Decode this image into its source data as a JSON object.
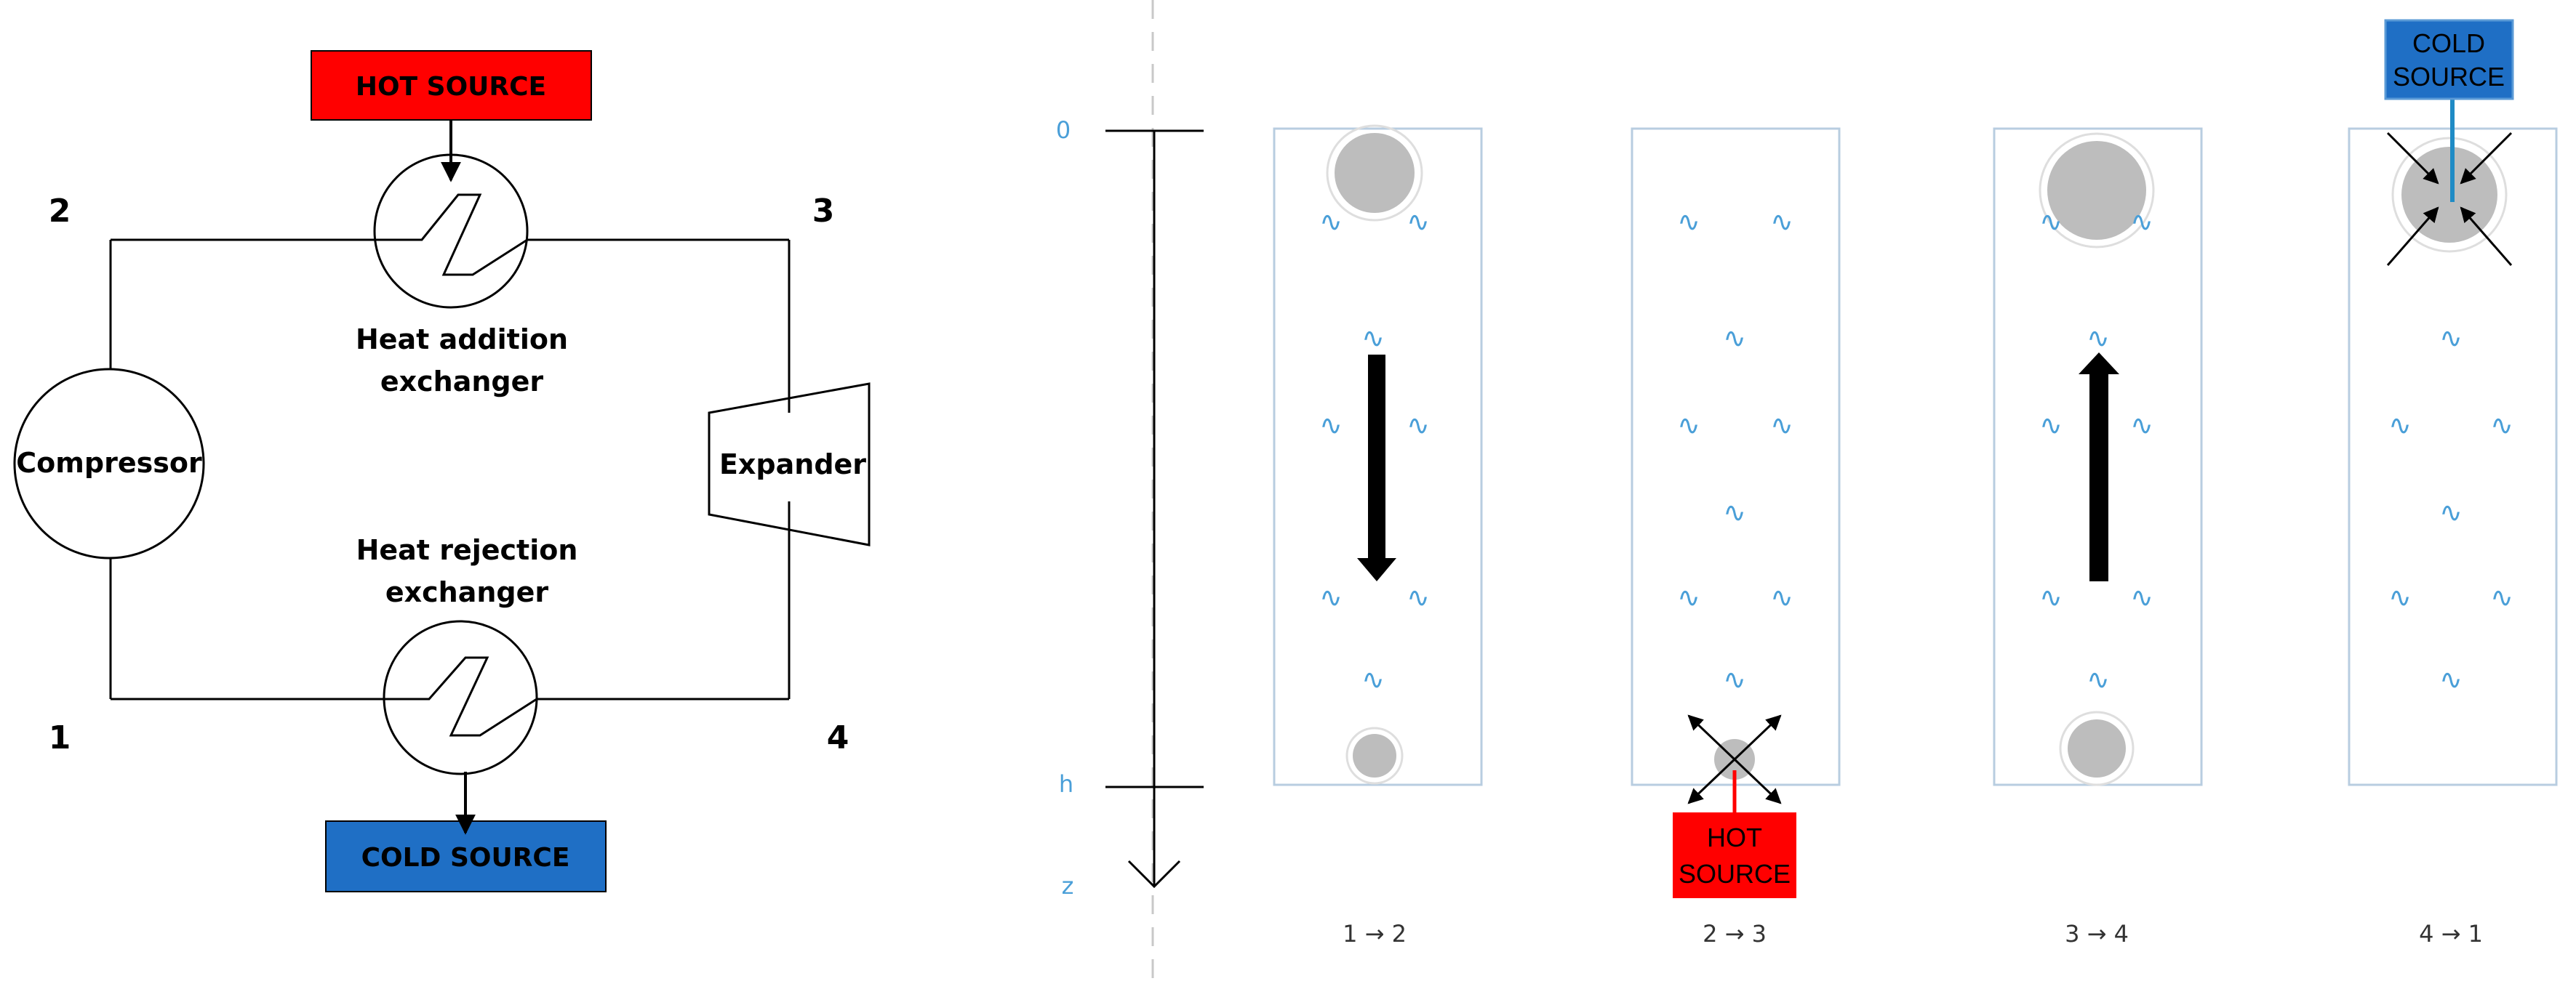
{
  "colors": {
    "hot": "#ff0000",
    "cold": "#1f6fc5",
    "accent_text": "#4a9fd8",
    "line": "#000000",
    "tube_border": "#b8cde0",
    "bubble": "#bdbdbd",
    "divider": "#c8c8c8"
  },
  "cycle": {
    "hot_source_label": "HOT SOURCE",
    "cold_source_label": "COLD SOURCE",
    "heat_addition_label": [
      "Heat addition",
      "exchanger"
    ],
    "heat_rejection_label": [
      "Heat rejection",
      "exchanger"
    ],
    "compressor_label": "Compressor",
    "expander_label": "Expander",
    "state_points": [
      "1",
      "2",
      "3",
      "4"
    ]
  },
  "axis": {
    "top_label": "0",
    "bottom_label": "h",
    "direction_label": "z"
  },
  "tubes": {
    "wave_glyph": "∿",
    "steps": [
      "1 → 2",
      "2 → 3",
      "3 → 4",
      "4 → 1"
    ],
    "hot_source_lines": [
      "HOT",
      "SOURCE"
    ],
    "cold_source_lines": [
      "COLD",
      "SOURCE"
    ]
  }
}
